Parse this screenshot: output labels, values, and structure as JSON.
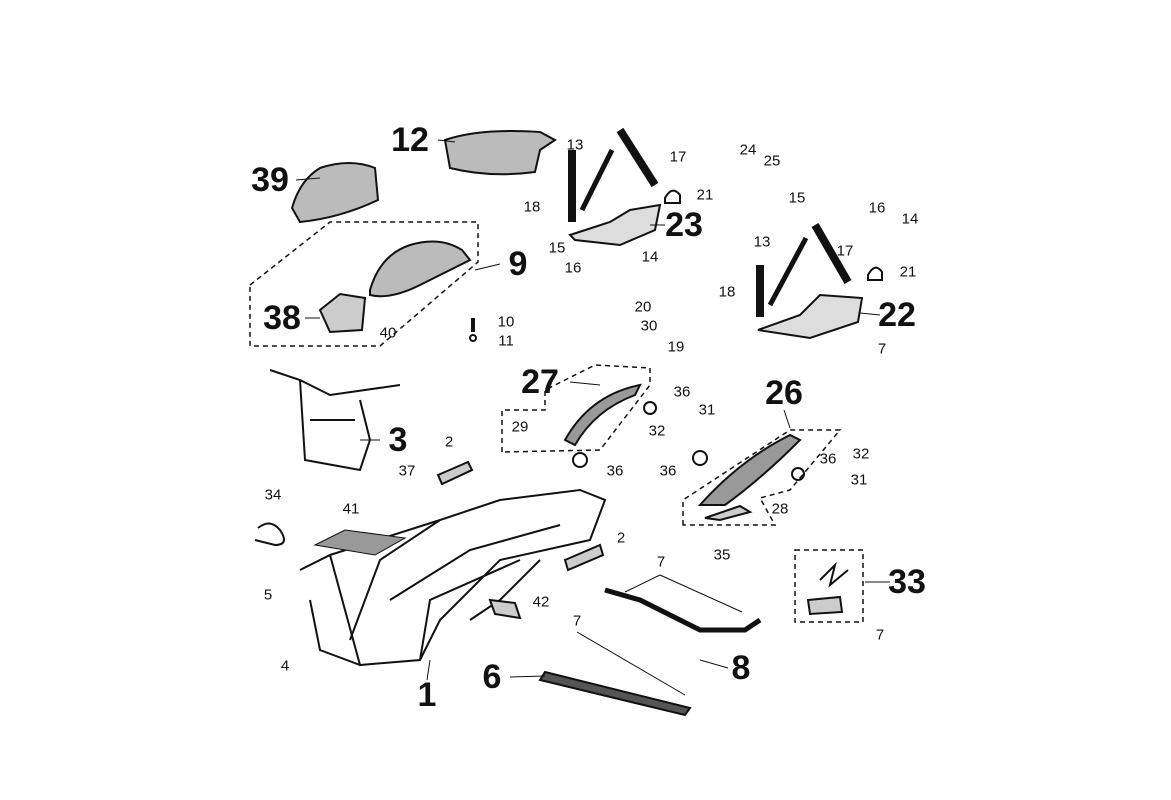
{
  "diagram": {
    "type": "exploded parts diagram",
    "callouts": [
      {
        "number": "12",
        "size": "big"
      },
      {
        "number": "39",
        "size": "big"
      },
      {
        "number": "13",
        "size": "small"
      },
      {
        "number": "17",
        "size": "small"
      },
      {
        "number": "24",
        "size": "small"
      },
      {
        "number": "25",
        "size": "small"
      },
      {
        "number": "21",
        "size": "small"
      },
      {
        "number": "18",
        "size": "small"
      },
      {
        "number": "23",
        "size": "big"
      },
      {
        "number": "15",
        "size": "small"
      },
      {
        "number": "16",
        "size": "small"
      },
      {
        "number": "14",
        "size": "small"
      },
      {
        "number": "9",
        "size": "big"
      },
      {
        "number": "15",
        "size": "small"
      },
      {
        "number": "16",
        "size": "small"
      },
      {
        "number": "14",
        "size": "small"
      },
      {
        "number": "13",
        "size": "small"
      },
      {
        "number": "17",
        "size": "small"
      },
      {
        "number": "21",
        "size": "small"
      },
      {
        "number": "18",
        "size": "small"
      },
      {
        "number": "22",
        "size": "big"
      },
      {
        "number": "38",
        "size": "big"
      },
      {
        "number": "40",
        "size": "small"
      },
      {
        "number": "10",
        "size": "small"
      },
      {
        "number": "11",
        "size": "small"
      },
      {
        "number": "20",
        "size": "small"
      },
      {
        "number": "30",
        "size": "small"
      },
      {
        "number": "19",
        "size": "small"
      },
      {
        "number": "7",
        "size": "small"
      },
      {
        "number": "27",
        "size": "big"
      },
      {
        "number": "26",
        "size": "big"
      },
      {
        "number": "36",
        "size": "small"
      },
      {
        "number": "31",
        "size": "small"
      },
      {
        "number": "29",
        "size": "small"
      },
      {
        "number": "32",
        "size": "small"
      },
      {
        "number": "3",
        "size": "big"
      },
      {
        "number": "2",
        "size": "small"
      },
      {
        "number": "36",
        "size": "small"
      },
      {
        "number": "36",
        "size": "small"
      },
      {
        "number": "36",
        "size": "small"
      },
      {
        "number": "32",
        "size": "small"
      },
      {
        "number": "31",
        "size": "small"
      },
      {
        "number": "37",
        "size": "small"
      },
      {
        "number": "34",
        "size": "small"
      },
      {
        "number": "41",
        "size": "small"
      },
      {
        "number": "28",
        "size": "small"
      },
      {
        "number": "2",
        "size": "small"
      },
      {
        "number": "35",
        "size": "small"
      },
      {
        "number": "7",
        "size": "small"
      },
      {
        "number": "33",
        "size": "big"
      },
      {
        "number": "5",
        "size": "small"
      },
      {
        "number": "42",
        "size": "small"
      },
      {
        "number": "7",
        "size": "small"
      },
      {
        "number": "7",
        "size": "small"
      },
      {
        "number": "4",
        "size": "small"
      },
      {
        "number": "8",
        "size": "big"
      },
      {
        "number": "6",
        "size": "big"
      },
      {
        "number": "1",
        "size": "big"
      }
    ],
    "colors": {
      "ink": "#111111",
      "fill": "#bdbdbd",
      "background": "#ffffff"
    }
  }
}
